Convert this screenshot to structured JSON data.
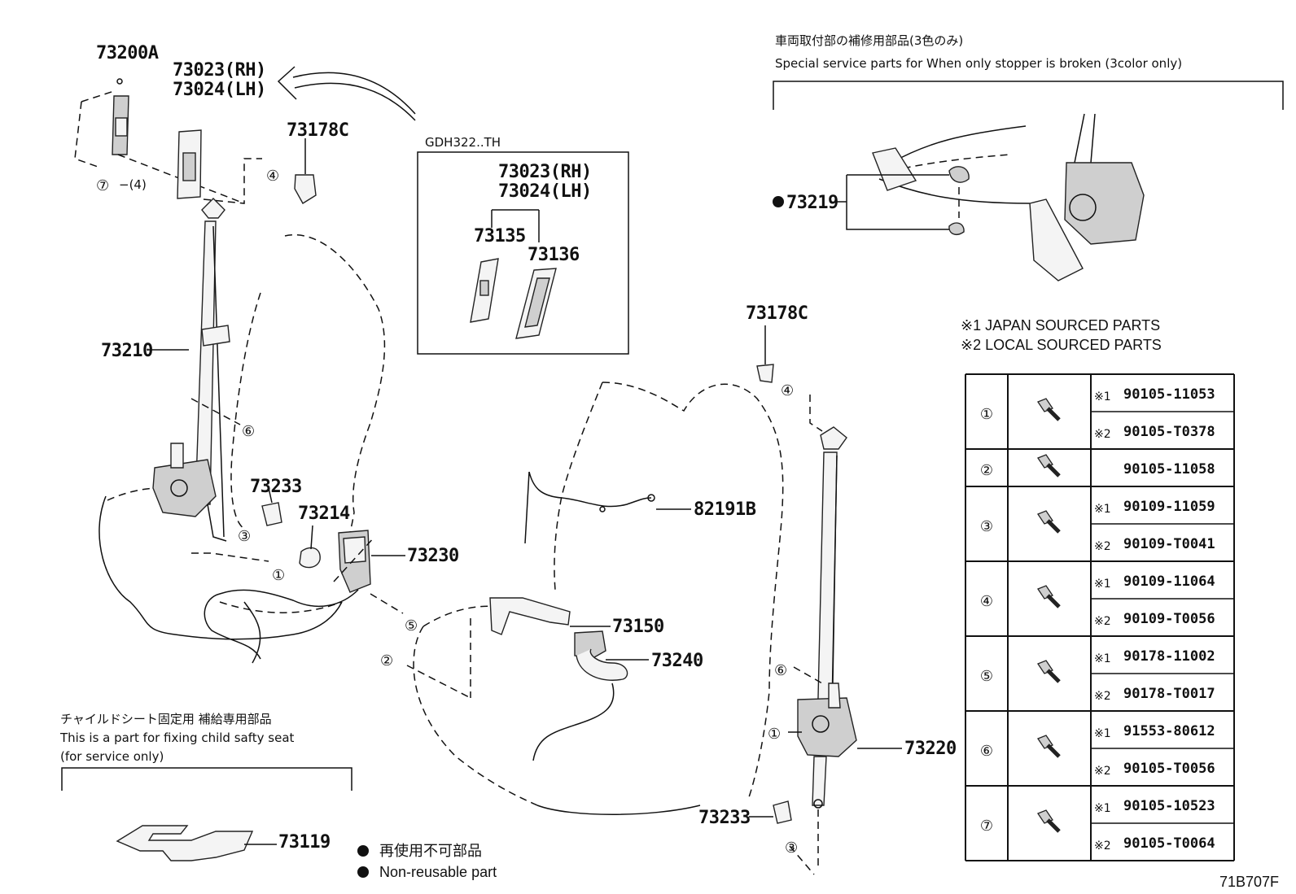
{
  "labels": {
    "p73200A": "73200A",
    "p73023rh": "73023(RH)",
    "p73024lh": "73024(LH)",
    "p73178C_top": "73178C",
    "p73210": "73210",
    "p73233_left": "73233",
    "p73214": "73214",
    "p73230": "73230",
    "p82191B": "82191B",
    "p73150": "73150",
    "p73240": "73240",
    "p73178C_right": "73178C",
    "p73220": "73220",
    "p73233_right": "73233",
    "p73119": "73119",
    "p73219": "73219",
    "inset_code": "GDH322..TH",
    "inset_73023": "73023(RH)",
    "inset_73024": "73024(LH)",
    "inset_73135": "73135",
    "inset_73136": "73136",
    "seven_qty": "−(4)",
    "circled": [
      "①",
      "②",
      "③",
      "④",
      "⑤",
      "⑥",
      "⑦"
    ],
    "diagram_code": "71B707F"
  },
  "notes": {
    "service_jp": "車両取付部の補修用部品(3色のみ)",
    "service_en": "Special service parts for When only stopper is broken (3color only)",
    "child_jp": "チャイルドシート固定用 補給専用部品",
    "child_en1": "This is a part for fixing child safty seat",
    "child_en2": "(for service only)",
    "source1": "※1  JAPAN SOURCED PARTS",
    "source2": "※2  LOCAL SOURCED PARTS",
    "nonreuse_jp": "再使用不可部品",
    "nonreuse_en": "Non-reusable part"
  },
  "table": {
    "rows": [
      {
        "ref": "①",
        "parts": [
          {
            "mark": "※1",
            "no": "90105-11053"
          },
          {
            "mark": "※2",
            "no": "90105-T0378"
          }
        ]
      },
      {
        "ref": "②",
        "parts": [
          {
            "mark": "",
            "no": "90105-11058"
          }
        ]
      },
      {
        "ref": "③",
        "parts": [
          {
            "mark": "※1",
            "no": "90109-11059"
          },
          {
            "mark": "※2",
            "no": "90109-T0041"
          }
        ]
      },
      {
        "ref": "④",
        "parts": [
          {
            "mark": "※1",
            "no": "90109-11064"
          },
          {
            "mark": "※2",
            "no": "90109-T0056"
          }
        ]
      },
      {
        "ref": "⑤",
        "parts": [
          {
            "mark": "※1",
            "no": "90178-11002"
          },
          {
            "mark": "※2",
            "no": "90178-T0017"
          }
        ]
      },
      {
        "ref": "⑥",
        "parts": [
          {
            "mark": "※1",
            "no": "91553-80612"
          },
          {
            "mark": "※2",
            "no": "90105-T0056"
          }
        ]
      },
      {
        "ref": "⑦",
        "parts": [
          {
            "mark": "※1",
            "no": "90105-10523"
          },
          {
            "mark": "※2",
            "no": "90105-T0064"
          }
        ]
      }
    ]
  }
}
